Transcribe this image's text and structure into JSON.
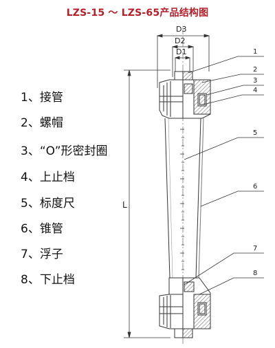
{
  "title": "LZS-15 ～ LZS-65产品结构图",
  "legend": [
    {
      "num": "1、",
      "label": "接管"
    },
    {
      "num": "2、",
      "label": "螺帽"
    },
    {
      "num": "3、",
      "label": "“O”形密封圈"
    },
    {
      "num": "4、",
      "label": "上止档"
    },
    {
      "num": "5、",
      "label": "标度尺"
    },
    {
      "num": "6、",
      "label": "锥管"
    },
    {
      "num": "7、",
      "label": "浮子"
    },
    {
      "num": "8、",
      "label": "下止档"
    }
  ],
  "dimensions": {
    "d1": "D1",
    "d2": "D2",
    "d3": "D3",
    "length": "L"
  },
  "callouts": [
    "1",
    "2",
    "3",
    "4",
    "5",
    "6",
    "7",
    "8"
  ],
  "colors": {
    "title": "#b3202a",
    "line": "#333333",
    "hatch": "#666666"
  }
}
